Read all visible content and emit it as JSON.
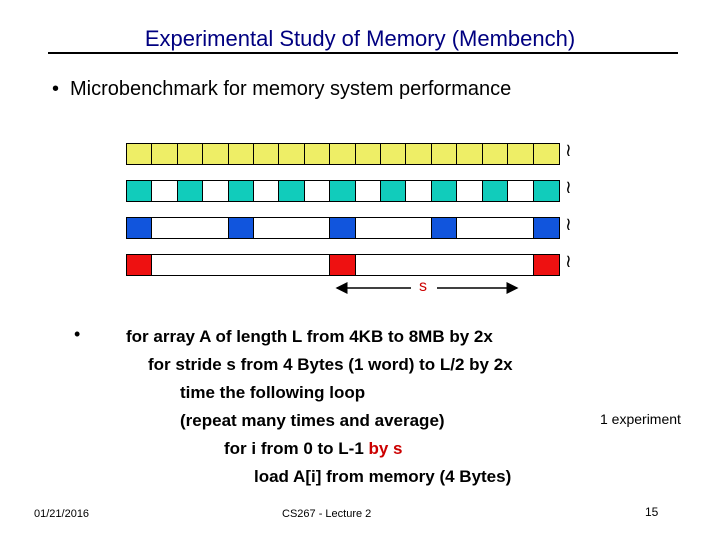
{
  "title": "Experimental Study of Memory (Membench)",
  "bullet": "Microbenchmark for memory system performance",
  "rows": [
    {
      "color": "#eeee66",
      "highlight": "all"
    },
    {
      "color": "#11ccbb",
      "highlight": "every-2"
    },
    {
      "color": "#1155dd",
      "highlight": "every-4"
    },
    {
      "color": "#ee1111",
      "highlight": "every-8"
    }
  ],
  "stride_label": "s",
  "code": {
    "line1": "for array A of length L from 4KB to 8MB by 2x",
    "line2": "for stride s from 4 Bytes (1 word) to L/2 by 2x",
    "line3": "time the following loop",
    "line4": "(repeat many times and average)",
    "line5_pre": "for i from 0 to L-1 ",
    "line5_red": "by s",
    "line6": "load A[i] from memory (4 Bytes)"
  },
  "experiment_label": "1 experiment",
  "footer": {
    "date": "01/21/2016",
    "course": "CS267 - Lecture 2",
    "page": "15"
  }
}
